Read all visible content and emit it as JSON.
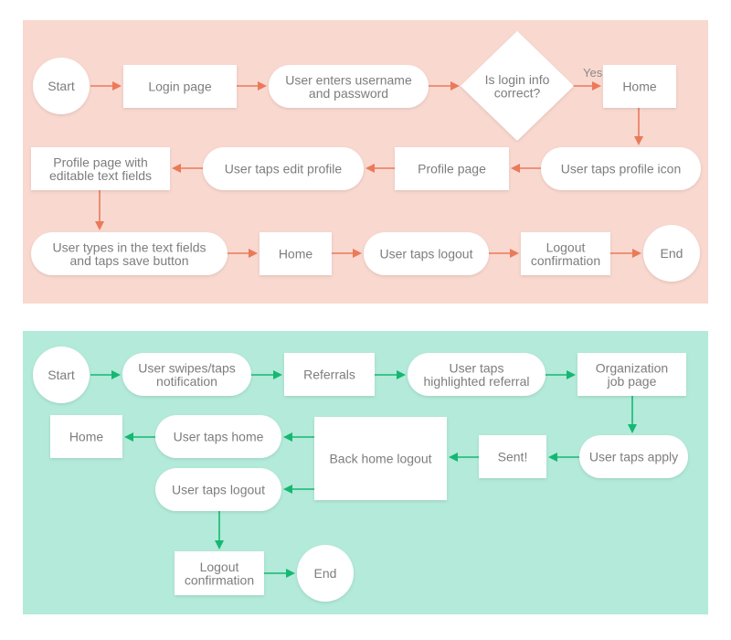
{
  "colors": {
    "top_background": "#f9d8cf",
    "bottom_background": "#b3ead9",
    "top_arrow": "#ea7a5a",
    "bottom_arrow": "#15b872",
    "node_fill": "#ffffff",
    "text": "#7d7d7d"
  },
  "flow_top": {
    "start": "Start",
    "login_page": "Login page",
    "enter_credentials": [
      "User enters username",
      "and password"
    ],
    "login_decision": [
      "Is login info",
      "correct?"
    ],
    "yes_label": "Yes",
    "home_1": "Home",
    "taps_profile_icon": "User taps profile icon",
    "profile_page": "Profile page",
    "taps_edit_profile": "User taps edit profile",
    "editable_profile": [
      "Profile page with",
      "editable text fields"
    ],
    "types_and_saves": [
      "User types in the text fields",
      "and taps save button"
    ],
    "home_2": "Home",
    "taps_logout": "User taps logout",
    "logout_confirmation": [
      "Logout",
      "confirmation"
    ],
    "end": "End"
  },
  "flow_bottom": {
    "start": "Start",
    "swipes_notification": [
      "User swipes/taps",
      "notification"
    ],
    "referrals": "Referrals",
    "highlighted_referral": [
      "User taps",
      "highlighted referral"
    ],
    "org_job_page": [
      "Organization",
      "job page"
    ],
    "taps_apply": "User taps apply",
    "sent": "Sent!",
    "back_home_logout": "Back home logout",
    "taps_home": "User taps home",
    "home": "Home",
    "taps_logout": "User taps logout",
    "logout_confirmation": [
      "Logout",
      "confirmation"
    ],
    "end": "End"
  }
}
